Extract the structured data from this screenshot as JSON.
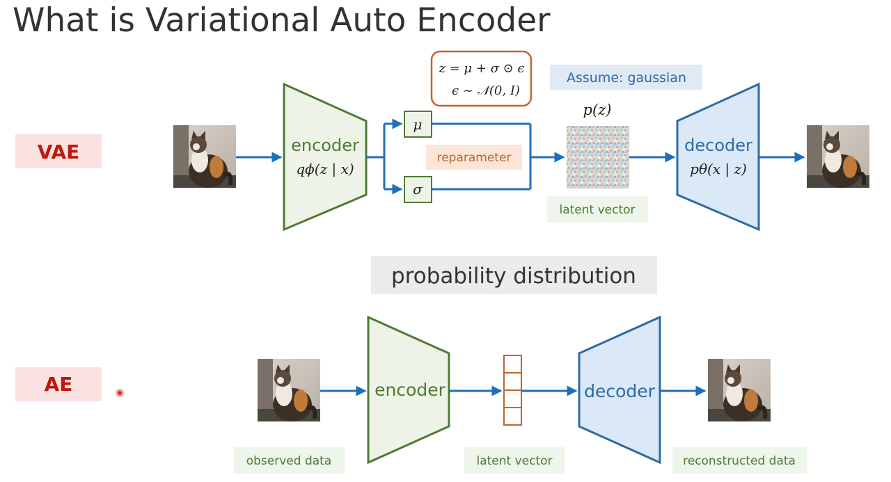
{
  "slide": {
    "title": "What is Variational Auto Encoder",
    "probability_label": "probability distribution"
  },
  "vae": {
    "row_label": "VAE",
    "encoder_label": "encoder",
    "encoder_formula": "qϕ(z | x)",
    "mu": "μ",
    "sigma": "σ",
    "formula_line1": "z = μ + σ ⊙ ϵ",
    "formula_line2": "ϵ ~ 𝒩(0, I)",
    "reparameter_label": "reparameter",
    "assume_label": "Assume: gaussian",
    "pz_label": "p(z)",
    "latent_label": "latent vector",
    "decoder_label": "decoder",
    "decoder_formula": "pθ(x | z)"
  },
  "ae": {
    "row_label": "AE",
    "observed_label": "observed data",
    "encoder_label": "encoder",
    "latent_label": "latent vector",
    "decoder_label": "decoder",
    "reconstructed_label": "reconstructed data"
  },
  "colors": {
    "encoder_stroke": "#4f7a36",
    "encoder_fill": "#eef3e8",
    "decoder_stroke": "#2e6aa6",
    "decoder_fill": "#dbe8f7",
    "arrow": "#1f6fb8",
    "red_label": "#c0180c",
    "red_bg": "#fbe2e2",
    "orange": "#c0652a"
  }
}
